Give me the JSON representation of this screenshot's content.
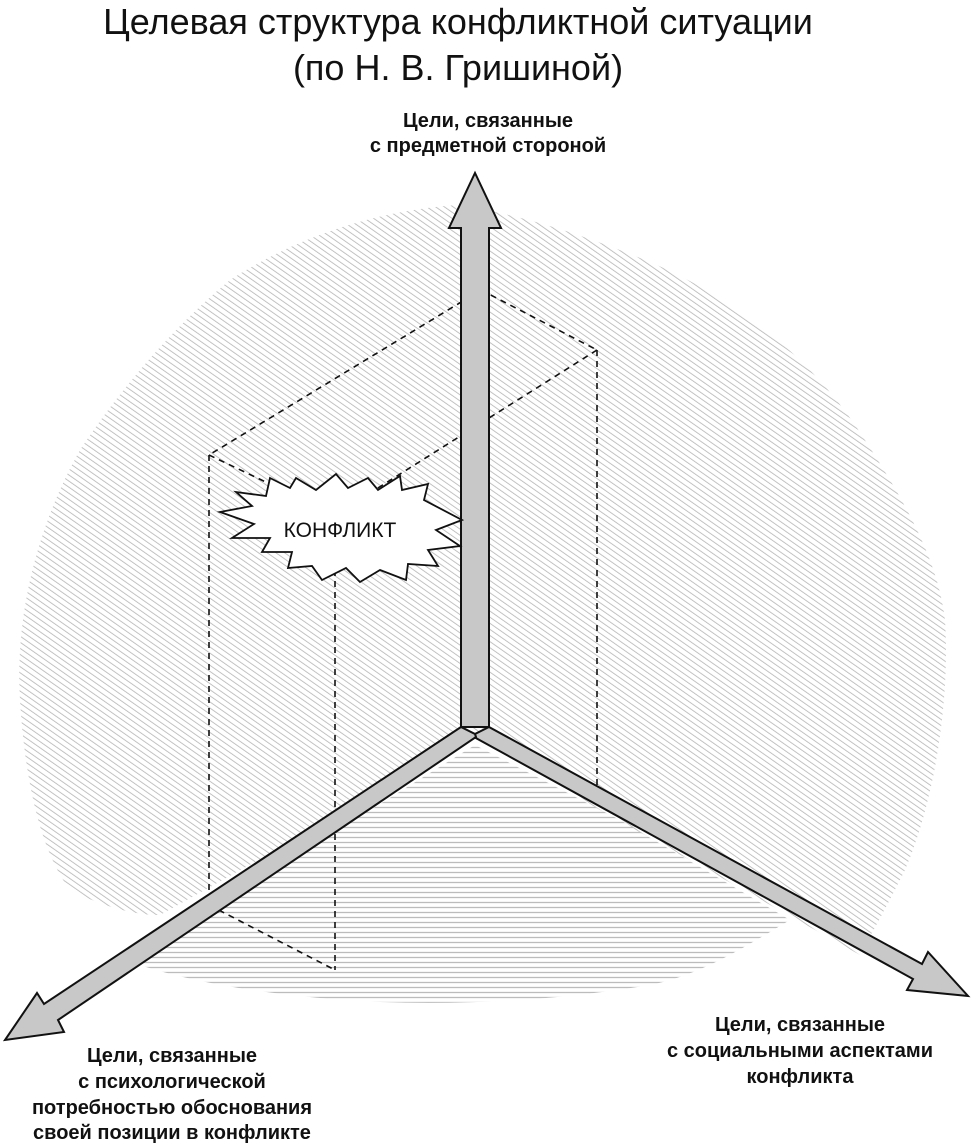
{
  "title": {
    "line1": "Целевая структура конфликтной ситуации",
    "line2": "(по Н. В. Гришиной)"
  },
  "axes": {
    "top": {
      "line1": "Цели, связанные",
      "line2": "с предметной стороной"
    },
    "right": {
      "line1": "Цели, связанные",
      "line2": "с социальными аспектами",
      "line3": "конфликта"
    },
    "left": {
      "line1": "Цели, связанные",
      "line2": "с психологической",
      "line3": "потребностью обоснования",
      "line4": "своей позиции в конфликте"
    }
  },
  "center": {
    "label": "КОНФЛИКТ"
  },
  "colors": {
    "axis_fill": "#c8c8c8",
    "axis_stroke": "#111111",
    "hatch": "#b4b4b4",
    "text": "#111111"
  }
}
